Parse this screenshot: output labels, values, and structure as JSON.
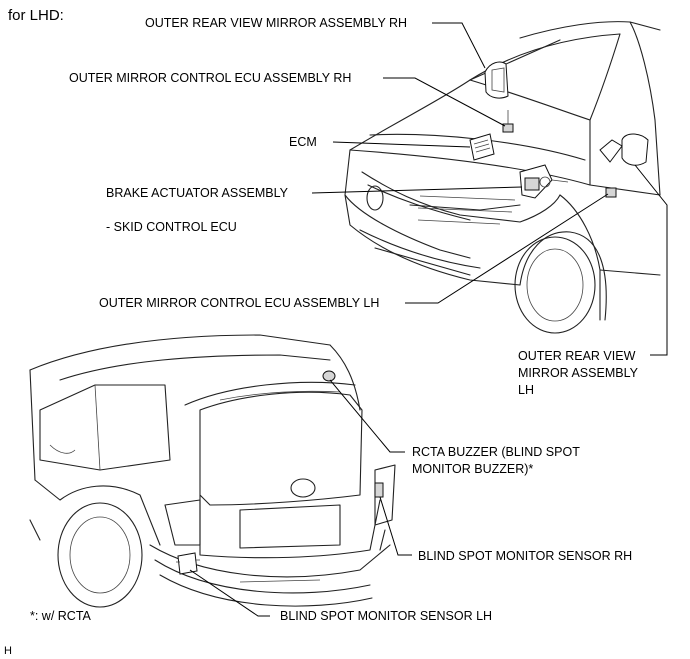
{
  "header": {
    "title": "for LHD:"
  },
  "labels": {
    "outer_mirror_rh": "OUTER REAR VIEW MIRROR ASSEMBLY RH",
    "mirror_ecu_rh": "OUTER MIRROR CONTROL ECU ASSEMBLY RH",
    "ecm": "ECM",
    "brake_actuator": "BRAKE ACTUATOR ASSEMBLY",
    "skid_ecu": "- SKID CONTROL ECU",
    "mirror_ecu_lh": "OUTER MIRROR CONTROL ECU ASSEMBLY LH",
    "outer_mirror_lh": [
      "OUTER REAR VIEW",
      "MIRROR ASSEMBLY",
      "LH"
    ],
    "rcta_buzzer": [
      "RCTA BUZZER (BLIND SPOT",
      "MONITOR BUZZER)*"
    ],
    "bsm_sensor_rh": "BLIND SPOT MONITOR SENSOR RH",
    "bsm_sensor_lh": "BLIND SPOT MONITOR SENSOR LH"
  },
  "footnote": "*: w/ RCTA",
  "figure_code": "H"
}
